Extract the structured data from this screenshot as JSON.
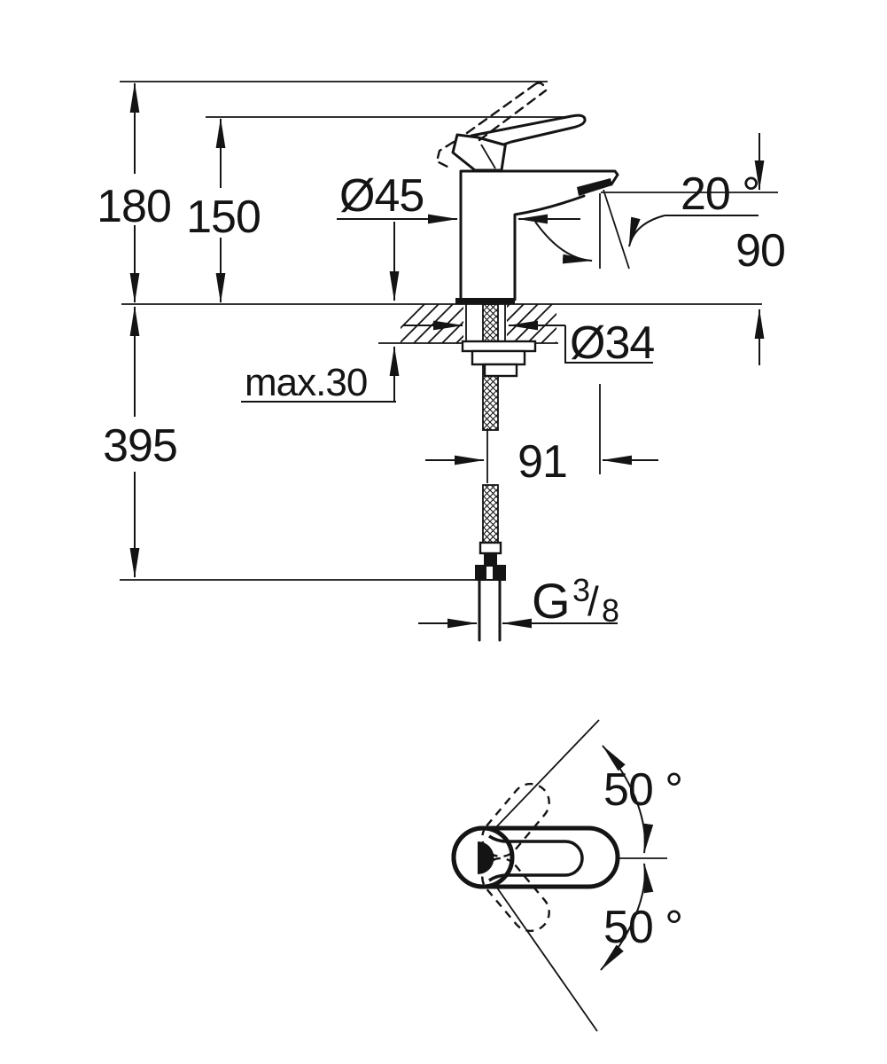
{
  "drawing": {
    "labels": {
      "total_height": "180",
      "lever_height": "150",
      "body_diameter": "Ø45",
      "spray_angle": "20 °",
      "spout_height": "90",
      "hole_diameter": "Ø34",
      "max_deck_thickness": "max.30",
      "below_deck_length": "395",
      "spout_reach": "91",
      "thread_g": "G",
      "thread_numerator": "3",
      "thread_slash": "/",
      "thread_denominator": "8",
      "handle_swing_up": "50 °",
      "handle_swing_down": "50 °"
    },
    "colors": {
      "line": "#141414",
      "background": "#ffffff"
    }
  }
}
